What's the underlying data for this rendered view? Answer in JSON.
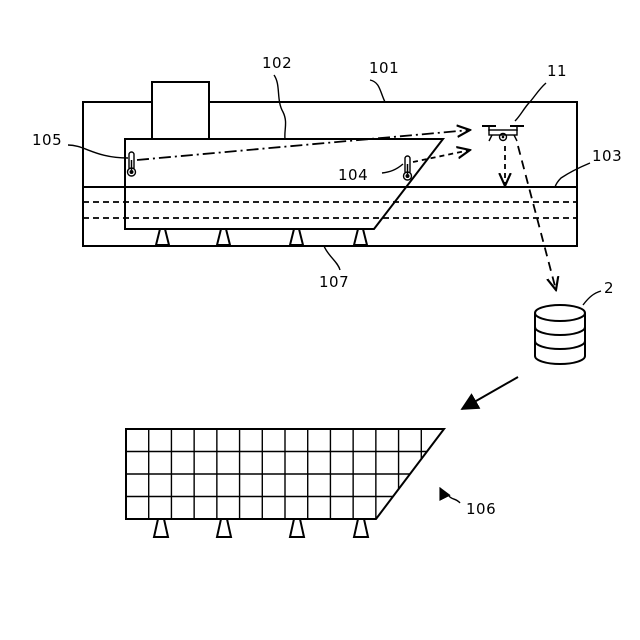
{
  "labels": {
    "building": "101",
    "hull_block": "102",
    "floor_line": "103",
    "sensor_right": "104",
    "sensor_left": "105",
    "grid_model": "106",
    "supports": "107",
    "drone": "11",
    "database": "2"
  },
  "icons": {
    "drone": "drone-icon",
    "database": "database-icon",
    "thermometer": "thermometer-icon"
  },
  "grid": {
    "rows": 4,
    "columns": 14
  }
}
